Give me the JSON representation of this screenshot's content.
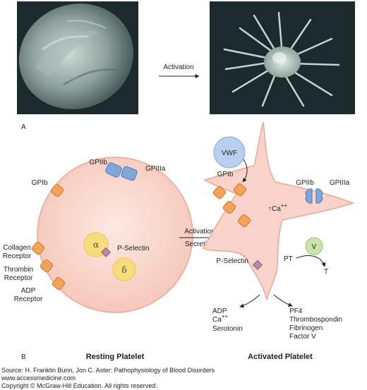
{
  "panel_a": {
    "letter": "A",
    "arrow_label": "Activation"
  },
  "panel_b": {
    "letter": "B",
    "resting": {
      "title": "Resting Platelet",
      "gpiib": "GPIIb",
      "gpiiia": "GPIIIa",
      "gpib": "GPIb",
      "collagen": [
        "Collagen",
        "Receptor"
      ],
      "thrombin": [
        "Thrombin",
        "Receptor"
      ],
      "adp": [
        "ADP",
        "Receptor"
      ],
      "alpha": "α",
      "delta": "δ",
      "p_selectin": "P-Selectin"
    },
    "middle_arrow": {
      "top": "Activation",
      "bottom": "Secretion"
    },
    "activated": {
      "title": "Activated Platelet",
      "vwf": "VWF",
      "gpib": "GPIb",
      "gpiib": "GPIIb",
      "gpiiia": "GPIIIa",
      "calcium": "↑Ca",
      "calcium_sup": "++",
      "v": "V",
      "pt": "PT",
      "t": "T",
      "p_selectin": "P-Selectin",
      "left_products": [
        "ADP",
        "Ca",
        "Serotonin"
      ],
      "left_products_sup": "++",
      "right_products": [
        "PF4",
        "Thrombospondin",
        "Fibrinogen",
        "Factor V"
      ]
    }
  },
  "footer": {
    "source": "Source: H. Franklin Bunn, Jon C. Aster: Pathophysiology of Blood Disorders",
    "url": "www.accessmedicine.com",
    "copyright": "Copyright © McGraw-Hill Education. All rights reserved."
  },
  "colors": {
    "cell_fill": "#f9d3c9",
    "cell_stroke": "#e8a896",
    "receptor_orange": "#f6a35a",
    "receptor_blue": "#7fa7d9",
    "vwf_blue": "#b9cff0",
    "granule_yellow": "#f8de7a",
    "p_selectin_purple": "#b98aa6",
    "photo_bg": "#1b2a2c"
  }
}
